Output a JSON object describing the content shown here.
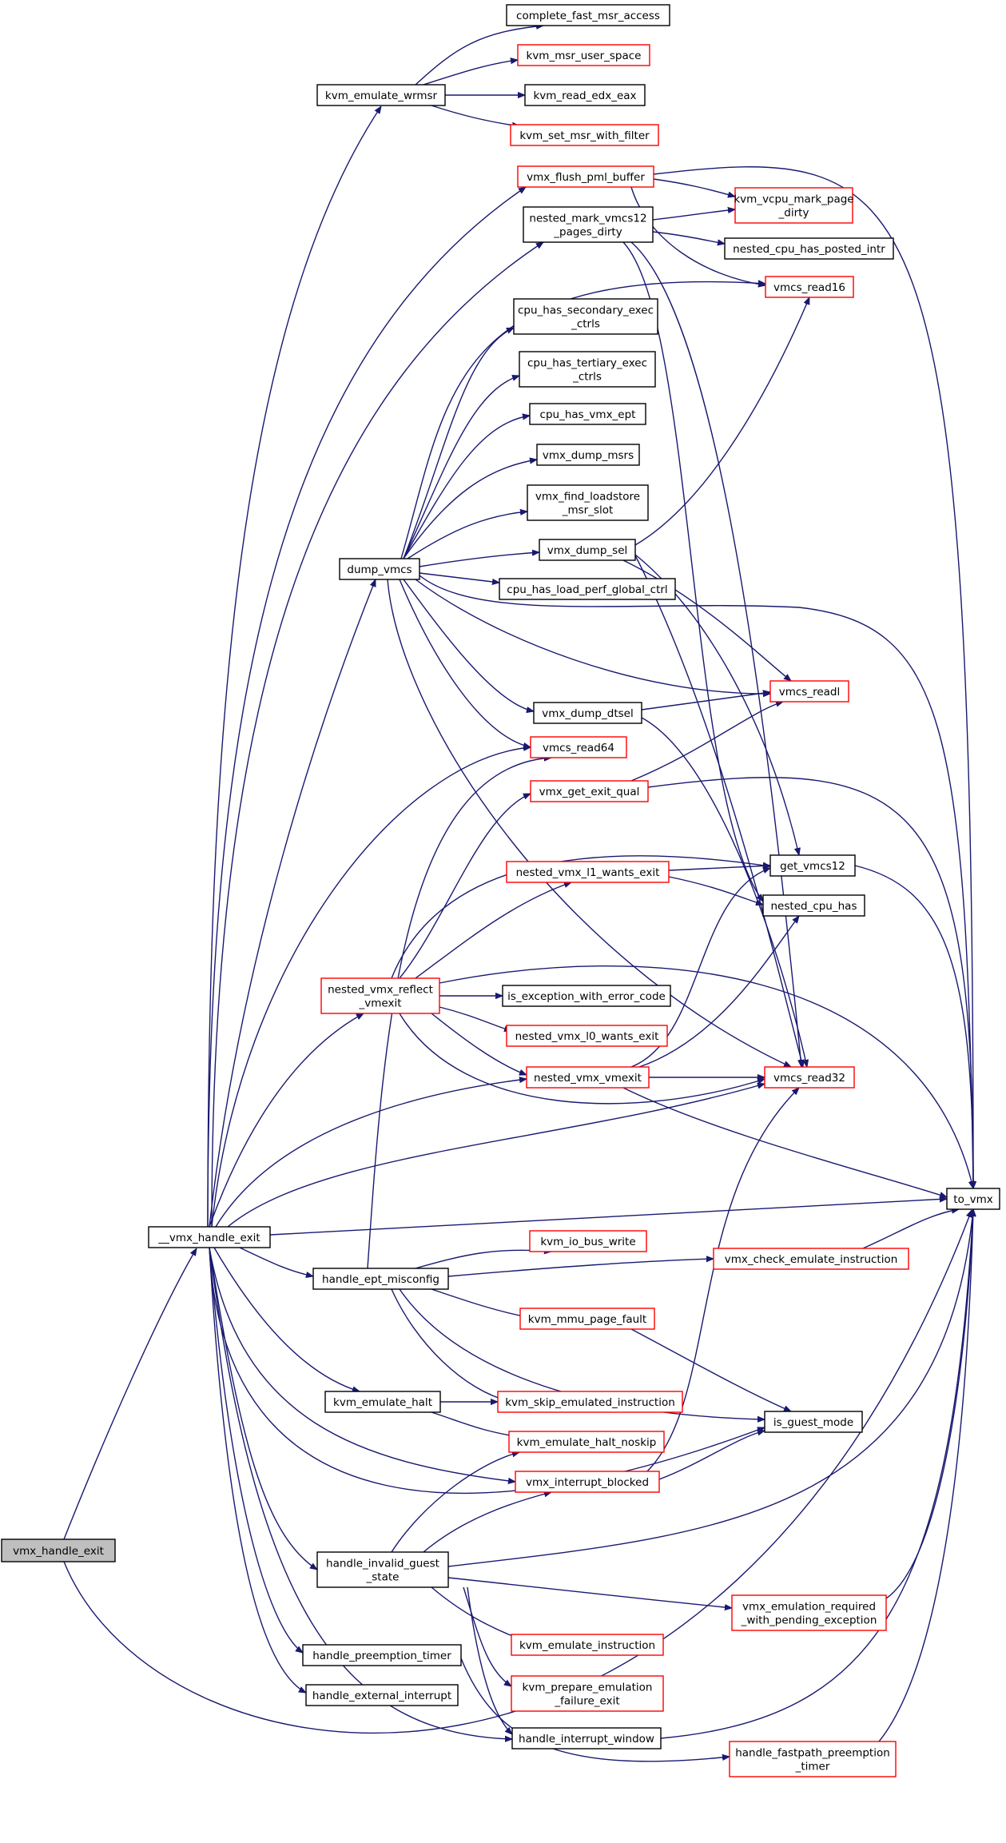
{
  "colors": {
    "edge": "#191970",
    "border_normal": "#000000",
    "border_external": "#ff0000",
    "root_fill": "#bfbfbf",
    "node_fill": "#ffffff"
  },
  "nodes": [
    {
      "id": "vmx_handle_exit",
      "lines": [
        "vmx_handle_exit"
      ],
      "style": "root"
    },
    {
      "id": "__vmx_handle_exit",
      "lines": [
        "__vmx_handle_exit"
      ],
      "style": "normal"
    },
    {
      "id": "kvm_emulate_wrmsr",
      "lines": [
        "kvm_emulate_wrmsr"
      ],
      "style": "normal"
    },
    {
      "id": "complete_fast_msr_access",
      "lines": [
        "complete_fast_msr_access"
      ],
      "style": "normal"
    },
    {
      "id": "kvm_msr_user_space",
      "lines": [
        "kvm_msr_user_space"
      ],
      "style": "external"
    },
    {
      "id": "kvm_read_edx_eax",
      "lines": [
        "kvm_read_edx_eax"
      ],
      "style": "normal"
    },
    {
      "id": "kvm_set_msr_with_filter",
      "lines": [
        "kvm_set_msr_with_filter"
      ],
      "style": "external"
    },
    {
      "id": "vmx_flush_pml_buffer",
      "lines": [
        "vmx_flush_pml_buffer"
      ],
      "style": "external"
    },
    {
      "id": "nested_mark_vmcs12_pages_dirty",
      "lines": [
        "nested_mark_vmcs12",
        "_pages_dirty"
      ],
      "style": "normal"
    },
    {
      "id": "kvm_vcpu_mark_page_dirty",
      "lines": [
        "kvm_vcpu_mark_page",
        "_dirty"
      ],
      "style": "external"
    },
    {
      "id": "nested_cpu_has_posted_intr",
      "lines": [
        "nested_cpu_has_posted_intr"
      ],
      "style": "normal"
    },
    {
      "id": "vmcs_read16",
      "lines": [
        "vmcs_read16"
      ],
      "style": "external"
    },
    {
      "id": "cpu_has_secondary_exec_ctrls",
      "lines": [
        "cpu_has_secondary_exec",
        "_ctrls"
      ],
      "style": "normal"
    },
    {
      "id": "cpu_has_tertiary_exec_ctrls",
      "lines": [
        "cpu_has_tertiary_exec",
        "_ctrls"
      ],
      "style": "normal"
    },
    {
      "id": "cpu_has_vmx_ept",
      "lines": [
        "cpu_has_vmx_ept"
      ],
      "style": "normal"
    },
    {
      "id": "vmx_dump_msrs",
      "lines": [
        "vmx_dump_msrs"
      ],
      "style": "normal"
    },
    {
      "id": "vmx_find_loadstore_msr_slot",
      "lines": [
        "vmx_find_loadstore",
        "_msr_slot"
      ],
      "style": "normal"
    },
    {
      "id": "dump_vmcs",
      "lines": [
        "dump_vmcs"
      ],
      "style": "normal"
    },
    {
      "id": "vmx_dump_sel",
      "lines": [
        "vmx_dump_sel"
      ],
      "style": "normal"
    },
    {
      "id": "cpu_has_load_perf_global_ctrl",
      "lines": [
        "cpu_has_load_perf_global_ctrl"
      ],
      "style": "normal"
    },
    {
      "id": "vmcs_readl",
      "lines": [
        "vmcs_readl"
      ],
      "style": "external"
    },
    {
      "id": "vmx_dump_dtsel",
      "lines": [
        "vmx_dump_dtsel"
      ],
      "style": "normal"
    },
    {
      "id": "vmcs_read64",
      "lines": [
        "vmcs_read64"
      ],
      "style": "external"
    },
    {
      "id": "vmx_get_exit_qual",
      "lines": [
        "vmx_get_exit_qual"
      ],
      "style": "external"
    },
    {
      "id": "nested_vmx_l1_wants_exit",
      "lines": [
        "nested_vmx_l1_wants_exit"
      ],
      "style": "external"
    },
    {
      "id": "get_vmcs12",
      "lines": [
        "get_vmcs12"
      ],
      "style": "normal"
    },
    {
      "id": "nested_cpu_has",
      "lines": [
        "nested_cpu_has"
      ],
      "style": "normal"
    },
    {
      "id": "nested_vmx_reflect_vmexit",
      "lines": [
        "nested_vmx_reflect",
        "_vmexit"
      ],
      "style": "external"
    },
    {
      "id": "is_exception_with_error_code",
      "lines": [
        "is_exception_with_error_code"
      ],
      "style": "normal"
    },
    {
      "id": "nested_vmx_l0_wants_exit",
      "lines": [
        "nested_vmx_l0_wants_exit"
      ],
      "style": "external"
    },
    {
      "id": "nested_vmx_vmexit",
      "lines": [
        "nested_vmx_vmexit"
      ],
      "style": "external"
    },
    {
      "id": "vmcs_read32",
      "lines": [
        "vmcs_read32"
      ],
      "style": "external"
    },
    {
      "id": "to_vmx",
      "lines": [
        "to_vmx"
      ],
      "style": "normal"
    },
    {
      "id": "kvm_io_bus_write",
      "lines": [
        "kvm_io_bus_write"
      ],
      "style": "external"
    },
    {
      "id": "handle_ept_misconfig",
      "lines": [
        "handle_ept_misconfig"
      ],
      "style": "normal"
    },
    {
      "id": "vmx_check_emulate_instruction",
      "lines": [
        "vmx_check_emulate_instruction"
      ],
      "style": "external"
    },
    {
      "id": "kvm_mmu_page_fault",
      "lines": [
        "kvm_mmu_page_fault"
      ],
      "style": "external"
    },
    {
      "id": "kvm_emulate_halt",
      "lines": [
        "kvm_emulate_halt"
      ],
      "style": "normal"
    },
    {
      "id": "kvm_skip_emulated_instruction",
      "lines": [
        "kvm_skip_emulated_instruction"
      ],
      "style": "external"
    },
    {
      "id": "is_guest_mode",
      "lines": [
        "is_guest_mode"
      ],
      "style": "normal"
    },
    {
      "id": "kvm_emulate_halt_noskip",
      "lines": [
        "kvm_emulate_halt_noskip"
      ],
      "style": "external"
    },
    {
      "id": "vmx_interrupt_blocked",
      "lines": [
        "vmx_interrupt_blocked"
      ],
      "style": "external"
    },
    {
      "id": "handle_invalid_guest_state",
      "lines": [
        "handle_invalid_guest",
        "_state"
      ],
      "style": "normal"
    },
    {
      "id": "vmx_emulation_required_with_pending_exception",
      "lines": [
        "vmx_emulation_required",
        "_with_pending_exception"
      ],
      "style": "external"
    },
    {
      "id": "kvm_emulate_instruction",
      "lines": [
        "kvm_emulate_instruction"
      ],
      "style": "external"
    },
    {
      "id": "handle_preemption_timer",
      "lines": [
        "handle_preemption_timer"
      ],
      "style": "normal"
    },
    {
      "id": "kvm_prepare_emulation_failure_exit",
      "lines": [
        "kvm_prepare_emulation",
        "_failure_exit"
      ],
      "style": "external"
    },
    {
      "id": "handle_external_interrupt",
      "lines": [
        "handle_external_interrupt"
      ],
      "style": "normal"
    },
    {
      "id": "handle_interrupt_window",
      "lines": [
        "handle_interrupt_window"
      ],
      "style": "normal"
    },
    {
      "id": "handle_fastpath_preemption_timer",
      "lines": [
        "handle_fastpath_preemption",
        "_timer"
      ],
      "style": "external"
    }
  ]
}
